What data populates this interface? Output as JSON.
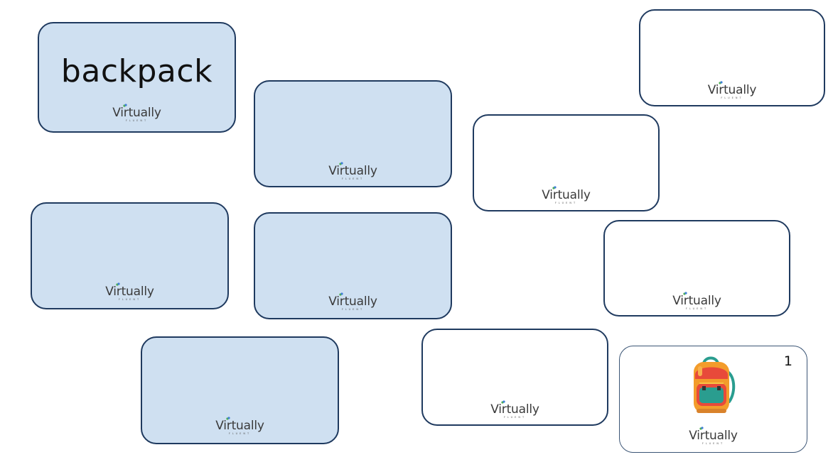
{
  "cards": {
    "word_card": {
      "word": "backpack"
    },
    "picture_card": {
      "number": "1",
      "image": "backpack-icon"
    }
  },
  "brand": {
    "name": "Virtually",
    "tagline": "FLUENT"
  },
  "colors": {
    "card_blue": "#cfe0f1",
    "card_border": "#1f3a5f",
    "logo_text": "#3a3a3a"
  }
}
